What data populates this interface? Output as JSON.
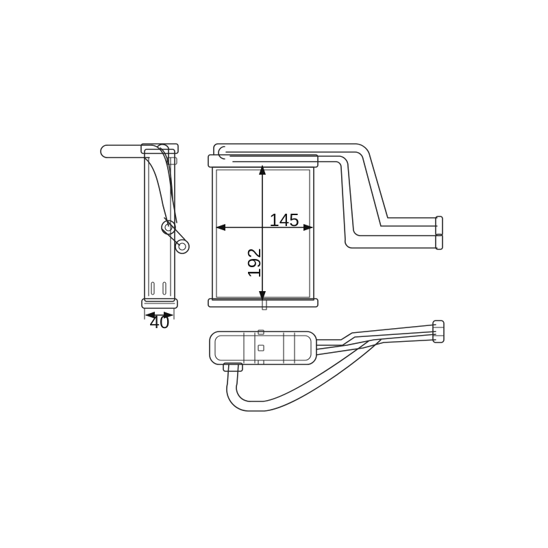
{
  "drawing": {
    "dimensions": {
      "width": "145",
      "height": "192",
      "depth": "40"
    },
    "colors": {
      "line": "#222222",
      "background": "#ffffff"
    }
  }
}
